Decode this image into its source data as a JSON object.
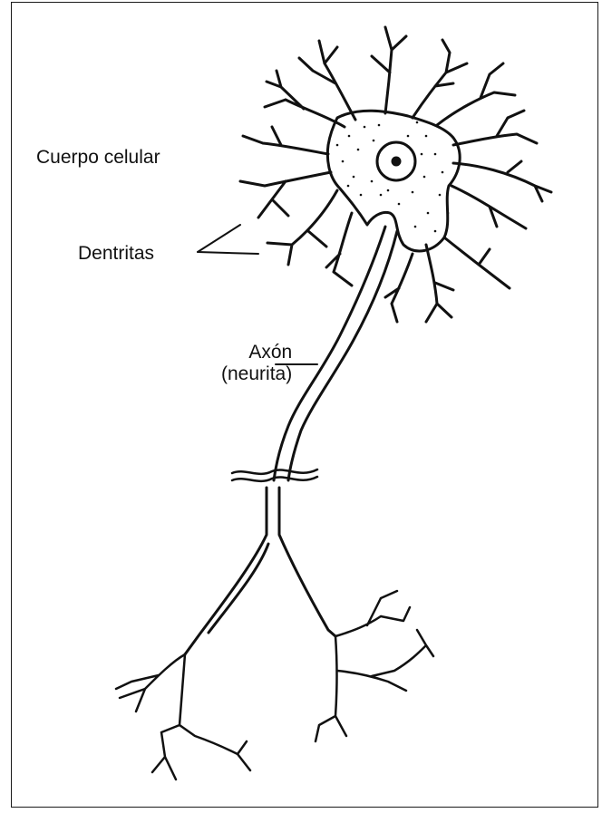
{
  "diagram": {
    "labels": {
      "cell_body": "Cuerpo celular",
      "dendrites": "Dentritas",
      "axon_line1": "Axón",
      "axon_line2": "(neurita)"
    },
    "colors": {
      "ink": "#111111",
      "background": "#ffffff"
    }
  }
}
